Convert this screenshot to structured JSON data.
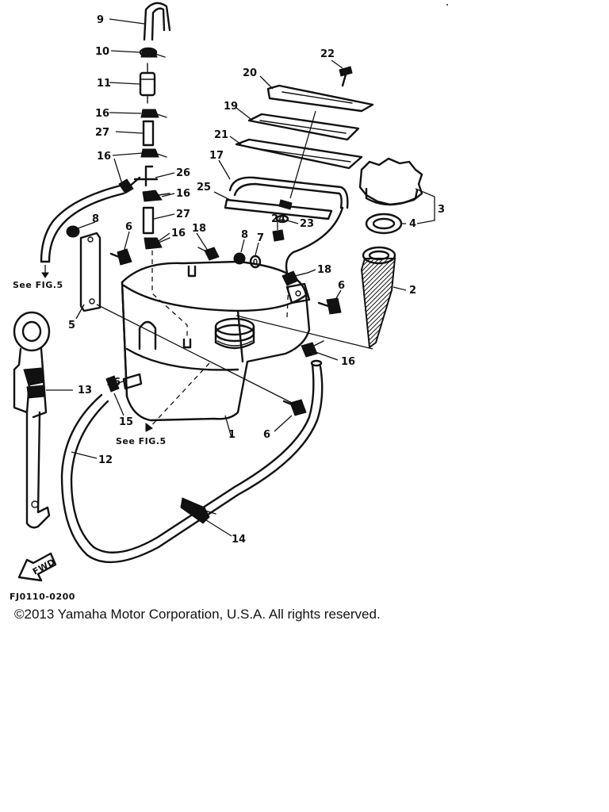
{
  "parts": [
    "1",
    "2",
    "3",
    "4",
    "5",
    "6",
    "6",
    "6",
    "7",
    "8",
    "8",
    "9",
    "10",
    "11",
    "12",
    "13",
    "14",
    "15",
    "16",
    "16",
    "16",
    "16",
    "16",
    "16",
    "17",
    "18",
    "18",
    "19",
    "20",
    "21",
    "22",
    "23",
    "24",
    "25",
    "26",
    "27",
    "27"
  ],
  "notes": {
    "see_fig_left": "See FIG.5",
    "see_fig_bottom": "See FIG.5",
    "fwd": "FWD"
  },
  "figure_code": "FJ0110-0200",
  "copyright": "©2013 Yamaha Motor Corporation, U.S.A. All rights reserved."
}
